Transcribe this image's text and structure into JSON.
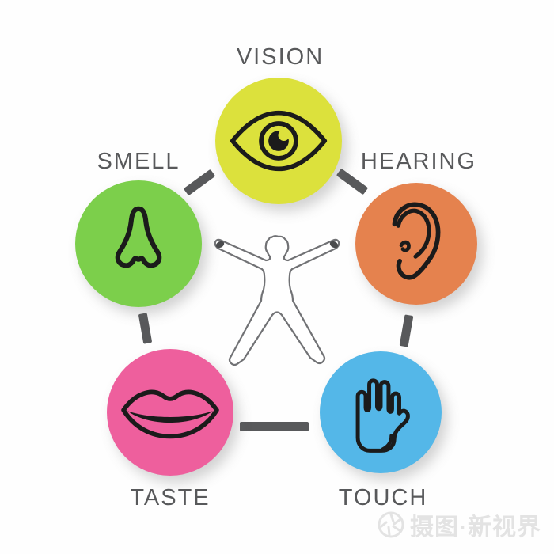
{
  "colors": {
    "background": "#fefefe",
    "label": "#58595b",
    "connector": "#58595b",
    "icon": "#1b1b1b",
    "figure": "#717275",
    "figure-hand": "#4a4b4d",
    "watermark": "#e3e3e3"
  },
  "senses": [
    {
      "id": "vision",
      "label": "VISION",
      "color": "#dce13c",
      "icon": "eye-icon"
    },
    {
      "id": "smell",
      "label": "SMELL",
      "color": "#7ccf4b",
      "icon": "nose-icon"
    },
    {
      "id": "hearing",
      "label": "HEARING",
      "color": "#e5824e",
      "icon": "ear-icon"
    },
    {
      "id": "taste",
      "label": "TASTE",
      "color": "#ee5f9d",
      "icon": "lips-icon"
    },
    {
      "id": "touch",
      "label": "TOUCH",
      "color": "#54b7e8",
      "icon": "hand-icon"
    }
  ],
  "center": {
    "figure": "human-body-outline"
  },
  "watermark": {
    "icon": "camera-aperture-icon",
    "text": "摄图·新视界"
  }
}
